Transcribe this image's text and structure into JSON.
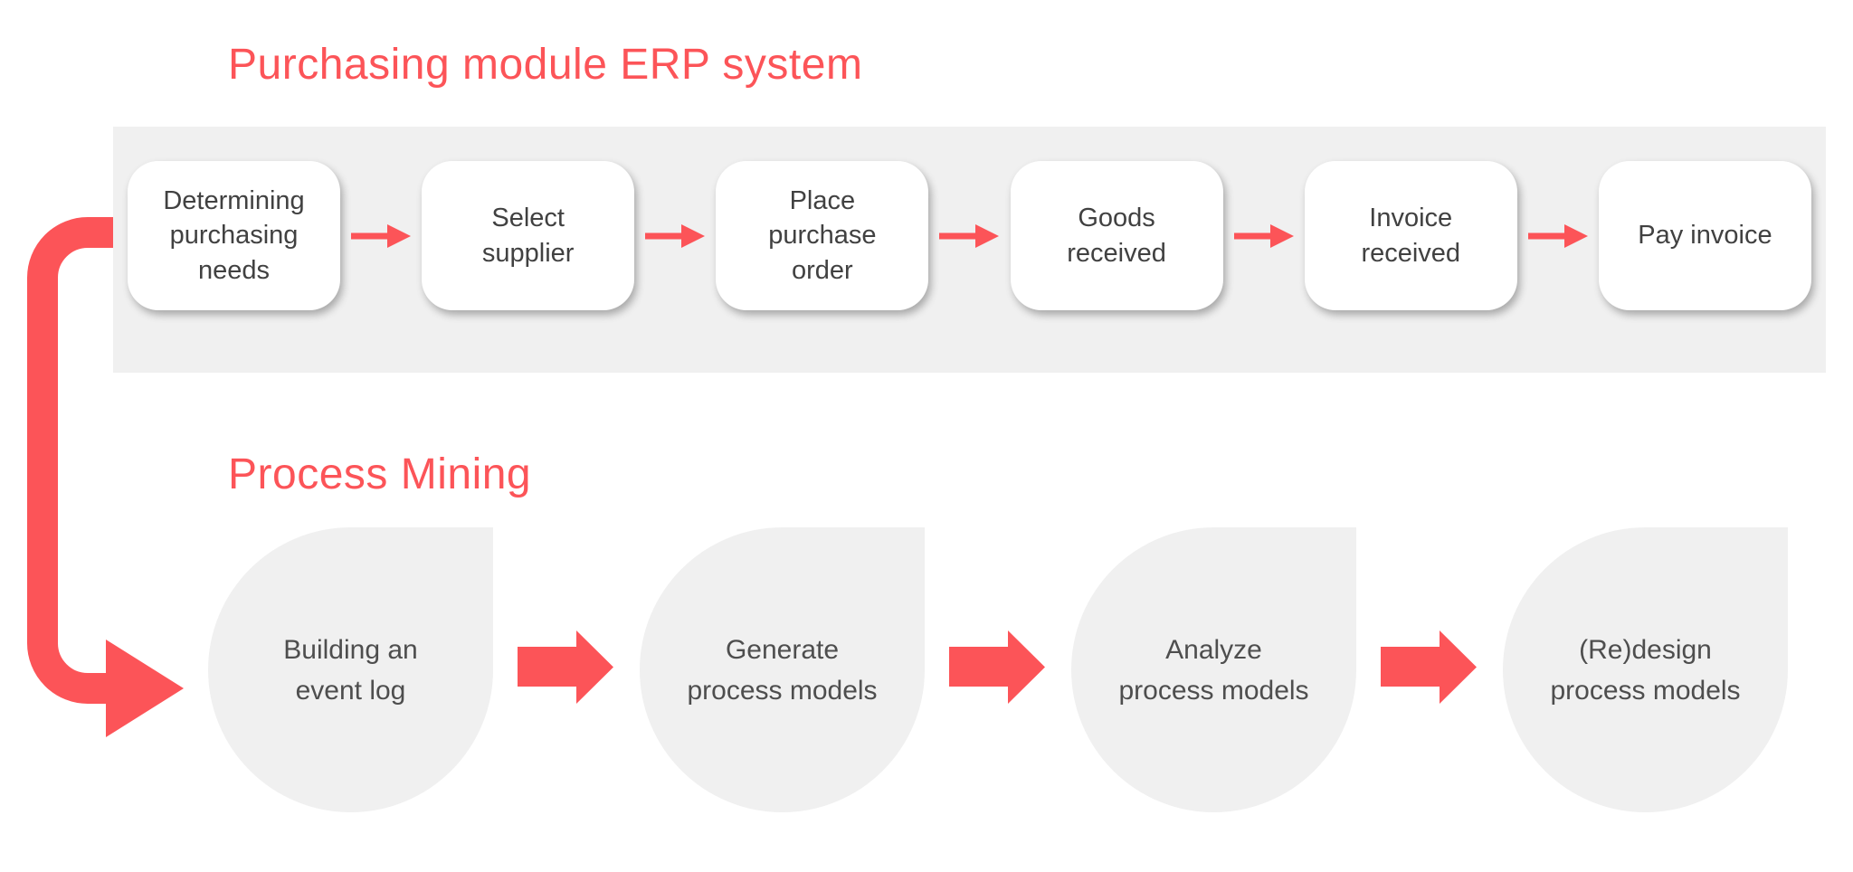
{
  "colors": {
    "accent_red": "#FC5458",
    "band_gray": "#F0F0F0",
    "shape_gray": "#F0F0F0",
    "box_white": "#FFFFFF",
    "box_text": "#414141",
    "droplet_text": "#4E4E4E"
  },
  "erp": {
    "title": "Purchasing module ERP system",
    "steps": [
      "Determining purchasing needs",
      "Select supplier",
      "Place purchase order",
      "Goods received",
      "Invoice received",
      "Pay invoice"
    ]
  },
  "mining": {
    "title": "Process Mining",
    "steps": [
      "Building an event log",
      "Generate process models",
      "Analyze process models",
      "(Re)design process models"
    ]
  }
}
